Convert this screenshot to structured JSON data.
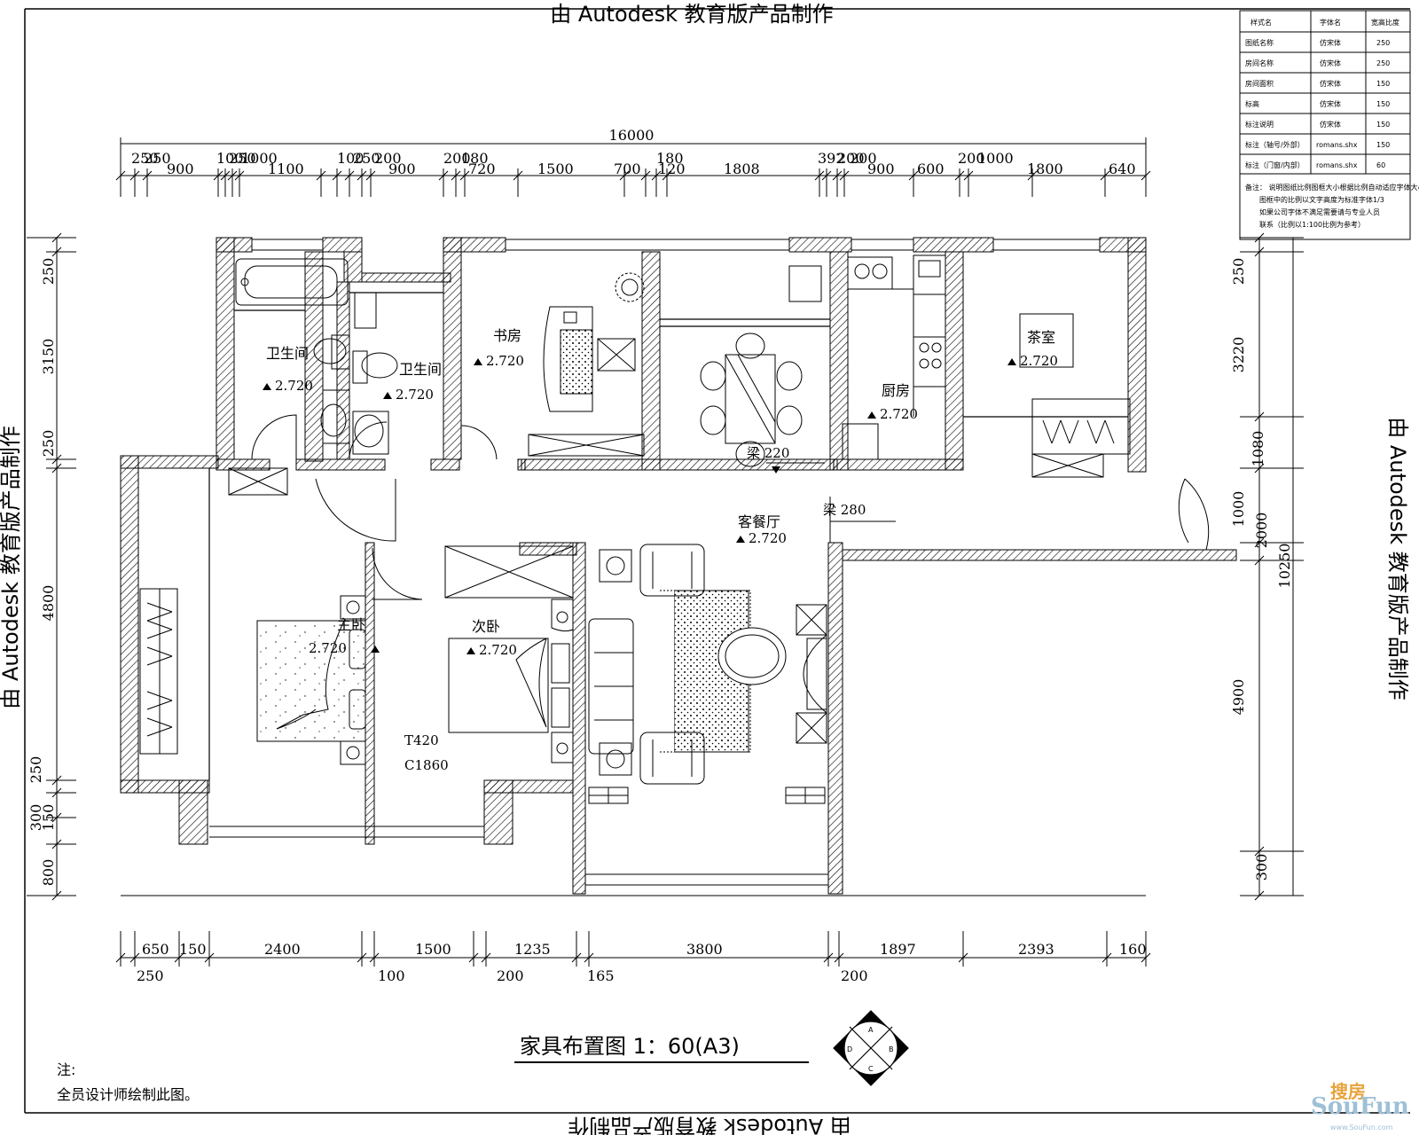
{
  "watermark": {
    "top": "由 Autodesk 教育版产品制作",
    "bottom": "由 Autodesk 教育版产品制作",
    "left": "由 Autodesk 教育版产品制作",
    "right": "由 Autodesk 教育版产品制作"
  },
  "overall": {
    "width": "16000",
    "depth": "10250"
  },
  "top_dims": {
    "segments": [
      "250",
      "250",
      "900",
      "100",
      "250",
      "1000",
      "1100",
      "100",
      "250",
      "200",
      "900",
      "200",
      "180",
      "720",
      "1500",
      "700",
      "180",
      "120",
      "1808",
      "392",
      "200",
      "200",
      "900",
      "600",
      "200",
      "1000",
      "1800",
      "640"
    ]
  },
  "bottom_dims": {
    "upper": [
      "650",
      "150",
      "2400",
      "1500",
      "1235",
      "3800",
      "1897",
      "2393",
      "160"
    ],
    "lower": [
      "250",
      "100",
      "200",
      "165",
      "200"
    ]
  },
  "left_dims": [
    "250",
    "3150",
    "250",
    "4800",
    "250",
    "300",
    "150",
    "800"
  ],
  "right_dims": [
    "250",
    "3220",
    "1080",
    "1000",
    "2000",
    "4900",
    "300"
  ],
  "rooms": {
    "bath1": "卫生间",
    "bath2": "卫生间",
    "study": "书房",
    "tea": "茶室",
    "kitchen": "厨房",
    "living": "客餐厅",
    "master": "主卧",
    "second": "次卧"
  },
  "levels": {
    "bath1": "2.720",
    "bath2": "2.720",
    "study": "2.720",
    "tea": "2.720",
    "kitchen": "2.720",
    "living": "2.720",
    "master": "2.720",
    "second": "2.720"
  },
  "beams": {
    "b1": "梁 220",
    "b2": "梁 280"
  },
  "window": {
    "t": "T420",
    "c": "C1860"
  },
  "title": "家具布置图 1：60(A3)",
  "notes": {
    "label": "注:",
    "text": "全员设计师绘制此图。"
  },
  "info_table": {
    "headers": [
      "样式名",
      "字体名",
      "宽高比度"
    ],
    "rows": [
      [
        "图纸名称",
        "仿宋体",
        "250"
      ],
      [
        "房间名称",
        "仿宋体",
        "250"
      ],
      [
        "房间面积",
        "仿宋体",
        "150"
      ],
      [
        "标高",
        "仿宋体",
        "150"
      ],
      [
        "标注说明",
        "仿宋体",
        "150"
      ],
      [
        "标注（轴号/外部）",
        "romans.shx",
        "150"
      ],
      [
        "标注（门窗/内部）",
        "romans.shx",
        "60"
      ]
    ],
    "remark": "备注：  说明图纸比例图框大小根据比例自动适应字体大小按比例",
    "remark2": "图框中的比例以文字高度为标准字体1/3",
    "remark3": "如果公司字体不满足需要请与专业人员",
    "remark4": "联系（比例以1:100比例为参考）"
  },
  "compass": {
    "a": "A",
    "b": "B",
    "c": "C",
    "d": "D"
  },
  "logo": {
    "cn": "搜房",
    "en": "SouFun",
    "url": "www.SouFun.com"
  },
  "colors": {
    "line": "#000000",
    "logo_orange": "#e8a23a",
    "logo_blue": "#9dc0d6"
  }
}
